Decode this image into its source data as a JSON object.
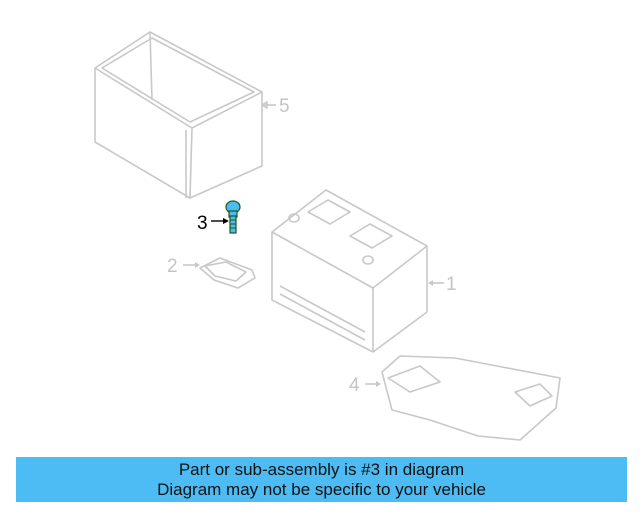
{
  "diagram": {
    "callouts": [
      {
        "number": "1",
        "part": "battery"
      },
      {
        "number": "2",
        "part": "hold-down-clamp"
      },
      {
        "number": "3",
        "part": "bolt",
        "highlighted": true
      },
      {
        "number": "4",
        "part": "battery-tray"
      },
      {
        "number": "5",
        "part": "battery-cover-box"
      }
    ],
    "highlight_color": "#4dbcf4",
    "line_color": "#c8c8c8"
  },
  "banner": {
    "line1": "Part or sub-assembly is #3 in diagram",
    "line2": "Diagram may not be specific to your vehicle",
    "background": "#4dbcf4"
  }
}
